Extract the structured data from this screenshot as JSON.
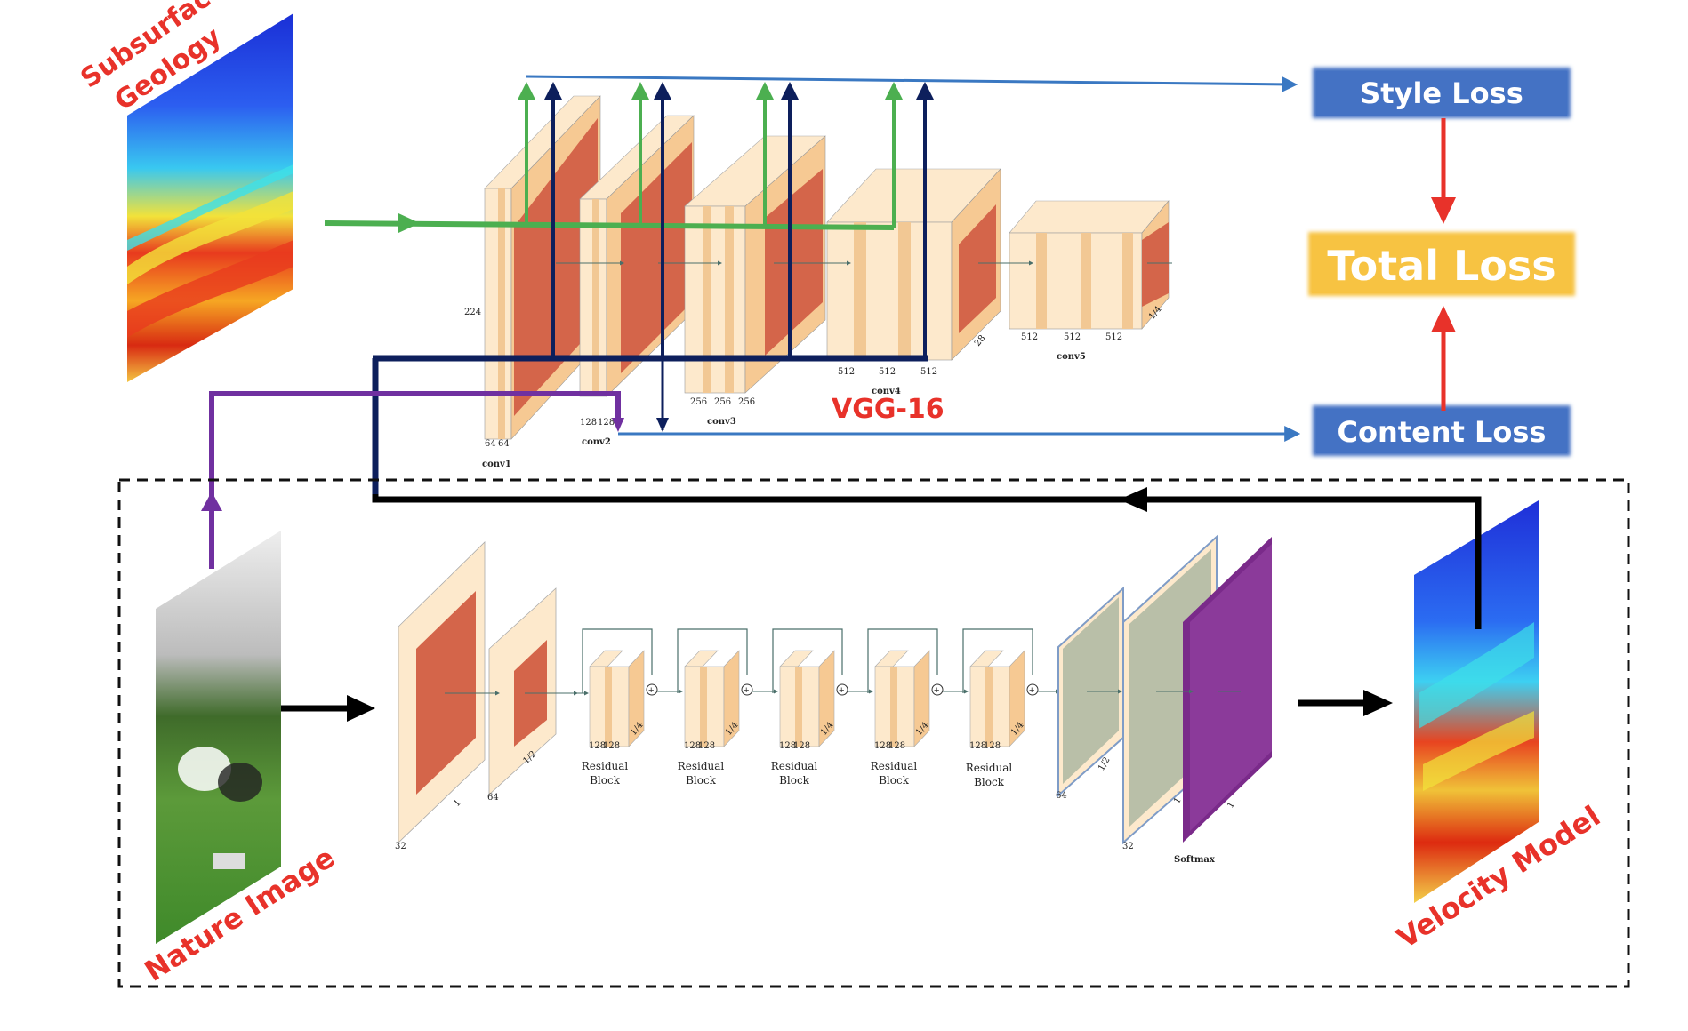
{
  "labels": {
    "subsurface_geology_line1": "Subsurface",
    "subsurface_geology_line2": "Geology",
    "nature_image": "Nature Image",
    "velocity_model": "Velocity Model",
    "vgg16": "VGG-16"
  },
  "loss_boxes": {
    "style_loss": "Style Loss",
    "total_loss": "Total Loss",
    "content_loss": "Content Loss"
  },
  "vgg_stages": {
    "conv1": {
      "name": "conv1",
      "channels": [
        "64",
        "64"
      ],
      "size": "224"
    },
    "conv2": {
      "name": "conv2",
      "channels": [
        "128",
        "128"
      ]
    },
    "conv3": {
      "name": "conv3",
      "channels": [
        "256",
        "256",
        "256"
      ]
    },
    "conv4": {
      "name": "conv4",
      "channels": [
        "512",
        "512",
        "512"
      ],
      "size": "28"
    },
    "conv5": {
      "name": "conv5",
      "channels": [
        "512",
        "512",
        "512"
      ],
      "size": "1/4"
    }
  },
  "generator": {
    "input_channels": "32",
    "input_scale": "1",
    "down_channels": "64",
    "down_scale": "1/2",
    "residual_blocks": [
      {
        "line1": "Residual",
        "line2": "Block",
        "channels": [
          "128",
          "128"
        ],
        "scale": "1/4"
      },
      {
        "line1": "Residual",
        "line2": "Block",
        "channels": [
          "128",
          "128"
        ],
        "scale": "1/4"
      },
      {
        "line1": "Residual",
        "line2": "Block",
        "channels": [
          "128",
          "128"
        ],
        "scale": "1/4"
      },
      {
        "line1": "Residual",
        "line2": "Block",
        "channels": [
          "128",
          "128"
        ],
        "scale": "1/4"
      },
      {
        "line1": "Residual",
        "line2": "Block",
        "channels": [
          "128",
          "128"
        ],
        "scale": "1/4"
      }
    ],
    "up1_channels": "64",
    "up1_scale": "1/2",
    "up2_channels": "32",
    "up2_scale": "1",
    "softmax": "Softmax",
    "softmax_scale": "1"
  },
  "colors": {
    "red_label": "#e8322a",
    "loss_box_blue": "#4472c4",
    "total_loss_yellow": "#f7c342",
    "green_arrow": "#4caf50",
    "navy_arrow": "#0d1f5c",
    "blue_arrow": "#3a78c2",
    "purple_arrow": "#7030a0",
    "block_fill": "#fbe3c0",
    "block_dark": "#f2c894",
    "feature_red": "#d4654a"
  }
}
